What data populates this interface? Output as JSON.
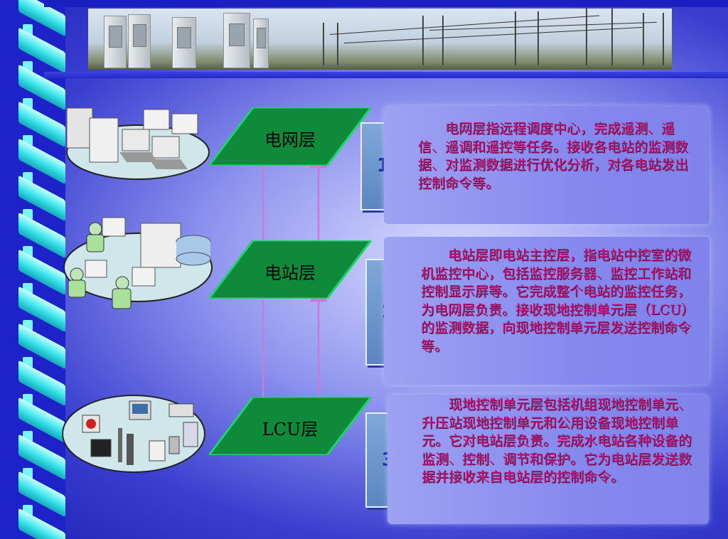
{
  "layers": [
    {
      "label": "电网层",
      "number": "1",
      "description": "电网层指远程调度中心，完成遥测、遥信、遥调和遥控等任务。接收各电站的监测数据、对监测数据进行优化分析，对各电站发出控制命令等。"
    },
    {
      "label": "电站层",
      "number": "2",
      "description": "电站层即电站主控层，指电站中控室的微机监控中心，包括监控服务器、监控工作站和控制显示屏等。它完成整个电站的监控任务，为电网层负责。接收现地控制单元层（LCU）的监测数据，向现地控制单元层发送控制命令等。"
    },
    {
      "label": "LCU层",
      "number": "3",
      "description": "现地控制单元层包括机组现地控制单元、升压站现地控制单元和公用设备现地控制单元。它对电站层负责。完成水电站各种设备的监测、控制、调节和保护。它为电站层发送数据并接收来自电站层的控制命令。"
    }
  ],
  "colors": {
    "layer_fill": "#0f8a3a",
    "layer_border": "#1fd46a",
    "arrow": "#c77ad9",
    "description_text": "#c2187a",
    "number_text": "#0a1ab8"
  },
  "icons": [
    "server-network-icon",
    "workstation-network-icon",
    "field-devices-icon"
  ]
}
